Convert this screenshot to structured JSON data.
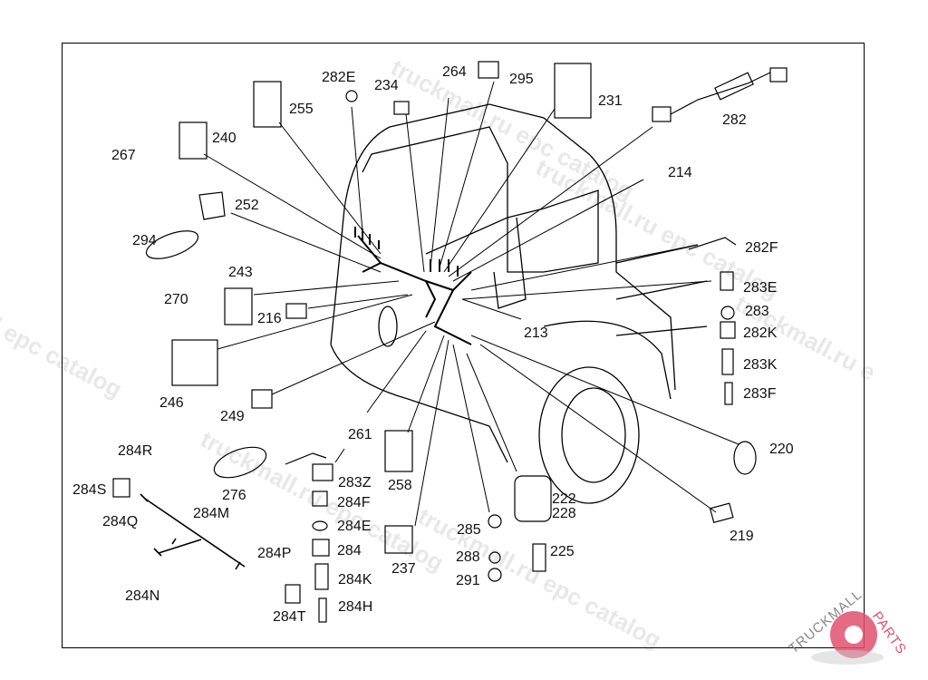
{
  "diagram": {
    "parts": [
      "282E",
      "234",
      "264",
      "295",
      "231",
      "255",
      "282",
      "240",
      "267",
      "214",
      "252",
      "294",
      "282F",
      "243",
      "283E",
      "270",
      "216",
      "283",
      "213",
      "282K",
      "283K",
      "246",
      "283F",
      "249",
      "261",
      "220",
      "284R",
      "283Z",
      "258",
      "276",
      "284S",
      "222",
      "284F",
      "228",
      "284M",
      "284Q",
      "284E",
      "285",
      "219",
      "284",
      "225",
      "284P",
      "288",
      "237",
      "284K",
      "291",
      "284N",
      "284H",
      "284T"
    ]
  },
  "watermark": {
    "text1": "truckmall.ru epc catalog",
    "text2": "l epc catalog",
    "text3": "truckmall.ru e"
  },
  "logo": {
    "text1": "TRUCKMALL",
    "text2": "PARTS",
    "accent": "#e0506e"
  }
}
